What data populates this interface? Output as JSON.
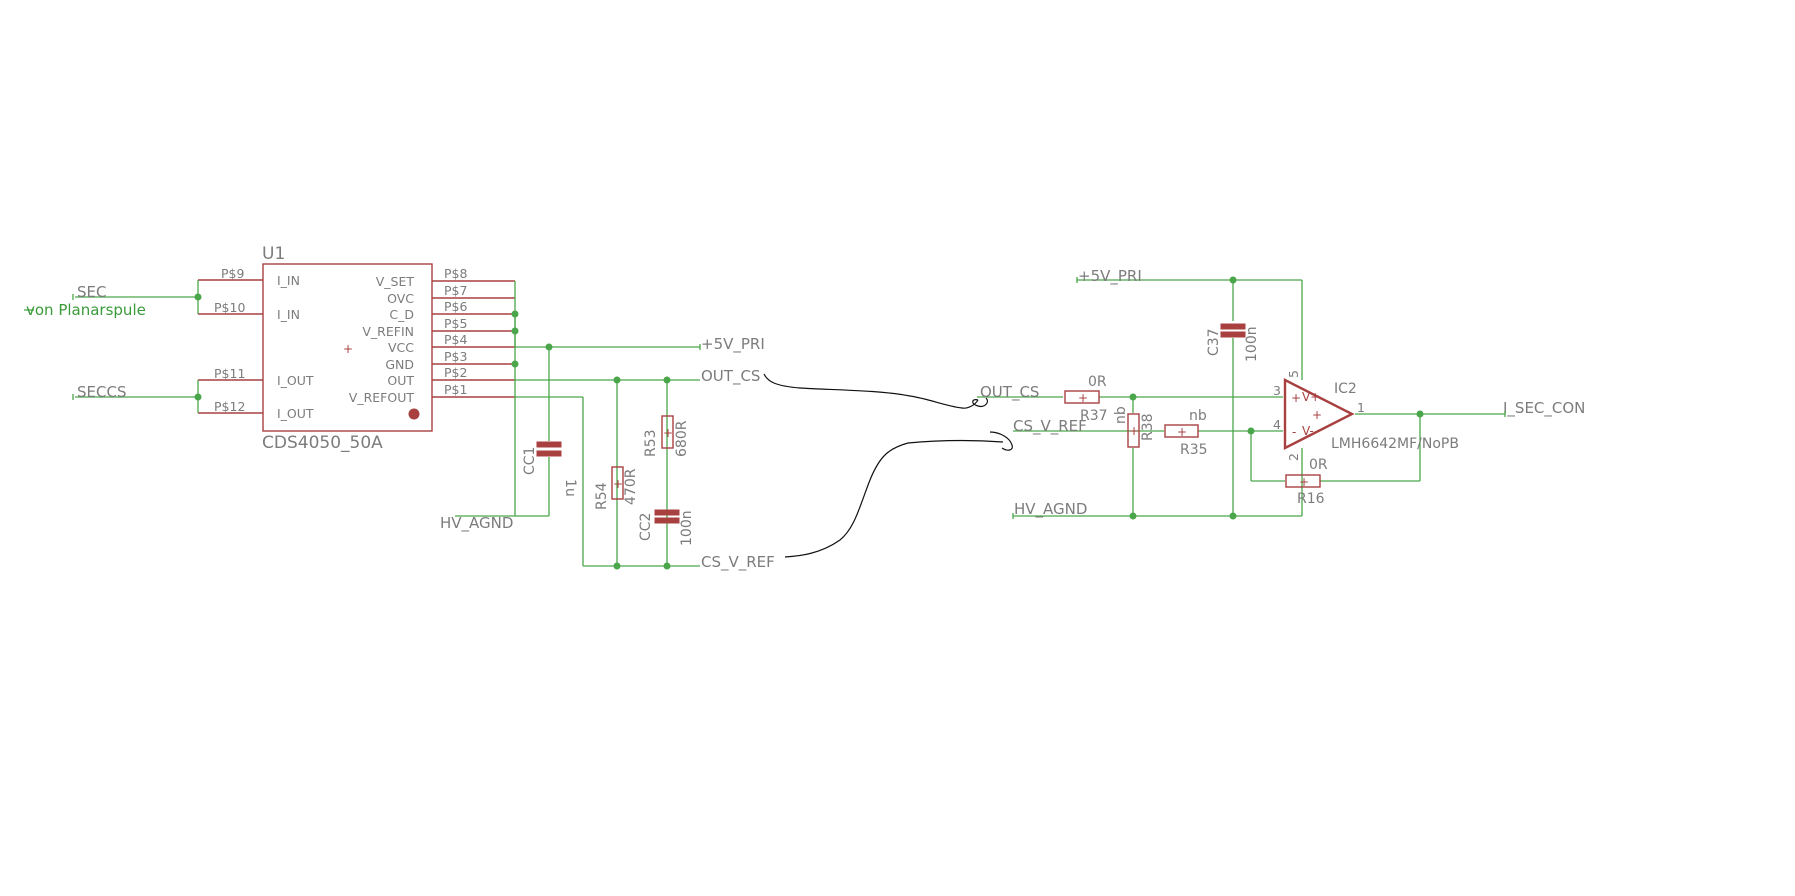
{
  "u1": {
    "name": "U1",
    "value": "CDS4050_50A",
    "left_pins": [
      "I_IN",
      "I_IN",
      "I_OUT",
      "I_OUT"
    ],
    "left_pads": [
      "P$9",
      "P$10",
      "P$11",
      "P$12"
    ],
    "right_pins": [
      "V_SET",
      "OVC",
      "C_D",
      "V_REFIN",
      "VCC",
      "GND",
      "OUT",
      "V_REFOUT"
    ],
    "right_pads": [
      "P$8",
      "P$7",
      "P$6",
      "P$5",
      "P$4",
      "P$3",
      "P$2",
      "P$1"
    ]
  },
  "nets": {
    "sec": "SEC",
    "von_planarspule": "von Planarspule",
    "seccs": "SECCS",
    "pwr_left": "+5V_PRI",
    "out_cs_left": "OUT_CS",
    "hv_agnd_left": "HV_AGND",
    "cs_v_ref_left": "CS_V_REF",
    "pwr_right": "+5V_PRI",
    "out_cs_right": "OUT_CS",
    "cs_v_ref_right": "CS_V_REF",
    "hv_agnd_right": "HV_AGND",
    "i_sec_con": "I_SEC_CON"
  },
  "parts": {
    "cc1": {
      "name": "CC1",
      "value": "1u"
    },
    "r54": {
      "name": "R54",
      "value": "470R"
    },
    "r53": {
      "name": "R53",
      "value": "680R"
    },
    "cc2": {
      "name": "CC2",
      "value": "100n"
    },
    "c37": {
      "name": "C37",
      "value": "100n"
    },
    "r37": {
      "name": "R37",
      "value": "0R"
    },
    "r38": {
      "name": "R38",
      "value": "nb"
    },
    "r35": {
      "name": "R35",
      "value": "nb"
    },
    "r16": {
      "name": "R16",
      "value": "0R"
    },
    "ic2": {
      "name": "IC2",
      "value": "LMH6642MF/NoPB",
      "pin_numbers": [
        "3",
        "4",
        "5",
        "2",
        "1"
      ],
      "pin_labels": [
        "V+",
        "V-"
      ],
      "in_plus": "+",
      "in_minus": "-"
    }
  },
  "colors": {
    "wire": "#4aa64a",
    "part": "#a94040",
    "label": "#7c7c7c",
    "handwriting": "#111111"
  }
}
